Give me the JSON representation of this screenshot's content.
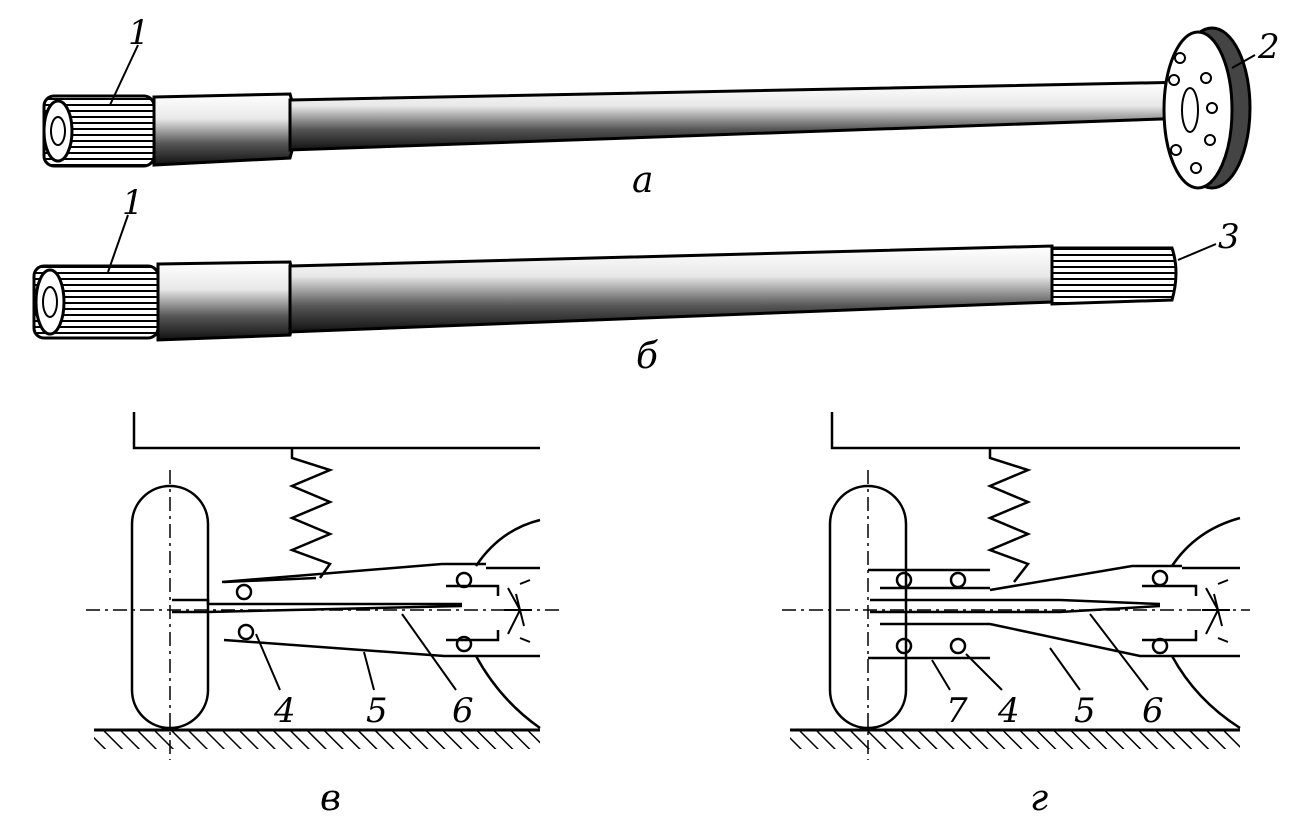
{
  "figure": {
    "shafts": {
      "a": {
        "caption": "а",
        "callout_1": "1",
        "callout_2": "2"
      },
      "b": {
        "caption": "б",
        "callout_1": "1",
        "callout_3": "3"
      }
    },
    "schemes": {
      "v": {
        "caption": "в",
        "labels": [
          "4",
          "5",
          "6"
        ]
      },
      "g": {
        "caption": "г",
        "labels": [
          "7",
          "4",
          "5",
          "6"
        ]
      }
    }
  }
}
